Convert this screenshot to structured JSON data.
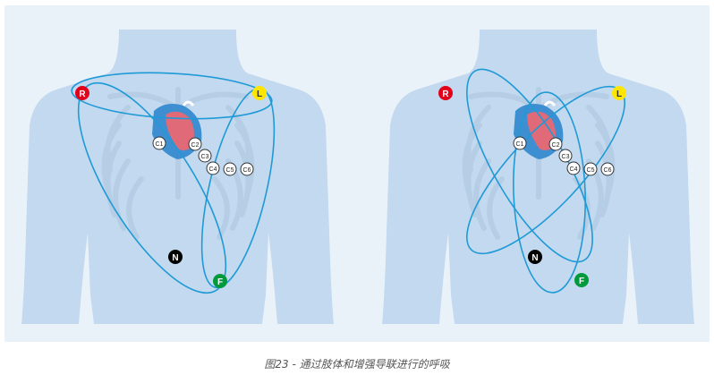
{
  "caption": "图23 - 通过肢体和增强导联进行的呼吸",
  "limb_electrodes": {
    "right_arm": "R",
    "left_arm": "L",
    "neutral": "N",
    "foot": "F"
  },
  "chest_electrodes": {
    "c1": "C1",
    "c2": "C2",
    "c3": "C3",
    "c4": "C4",
    "c5": "C5",
    "c6": "C6"
  },
  "colors": {
    "background_panel": "#eaf2f9",
    "torso": "#c3d9ef",
    "loop": "#1f9ad6",
    "electrode_R": "#e2001a",
    "electrode_L": "#ffe600",
    "electrode_N": "#000000",
    "electrode_F": "#009a3d",
    "heart_blue": "#3d8fd1",
    "heart_red": "#e06a78"
  }
}
